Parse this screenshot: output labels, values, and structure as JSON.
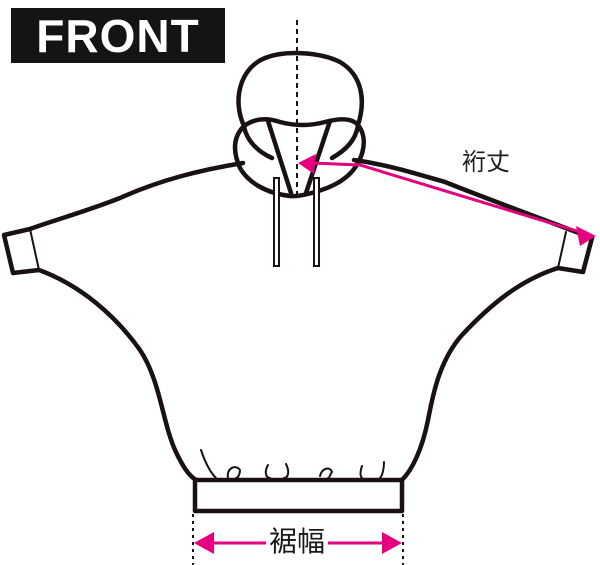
{
  "view": {
    "label": "FRONT"
  },
  "garment": {
    "type": "hoodie",
    "features": [
      "hood",
      "drawstrings",
      "dolman-sleeves",
      "ribbed-cuffs",
      "hem-band"
    ]
  },
  "measurements": [
    {
      "id": "sleeve-length",
      "label": "裄丈",
      "from": "center-back-neck",
      "to": "sleeve-cuff-edge"
    },
    {
      "id": "hem-width",
      "label": "裾幅",
      "from": "hem-left-edge",
      "to": "hem-right-edge"
    }
  ],
  "colors": {
    "outline": "#1a1212",
    "measure_arrow": "#e4007f",
    "label_bg": "#141414",
    "label_text": "#ffffff",
    "background": "#ffffff"
  }
}
